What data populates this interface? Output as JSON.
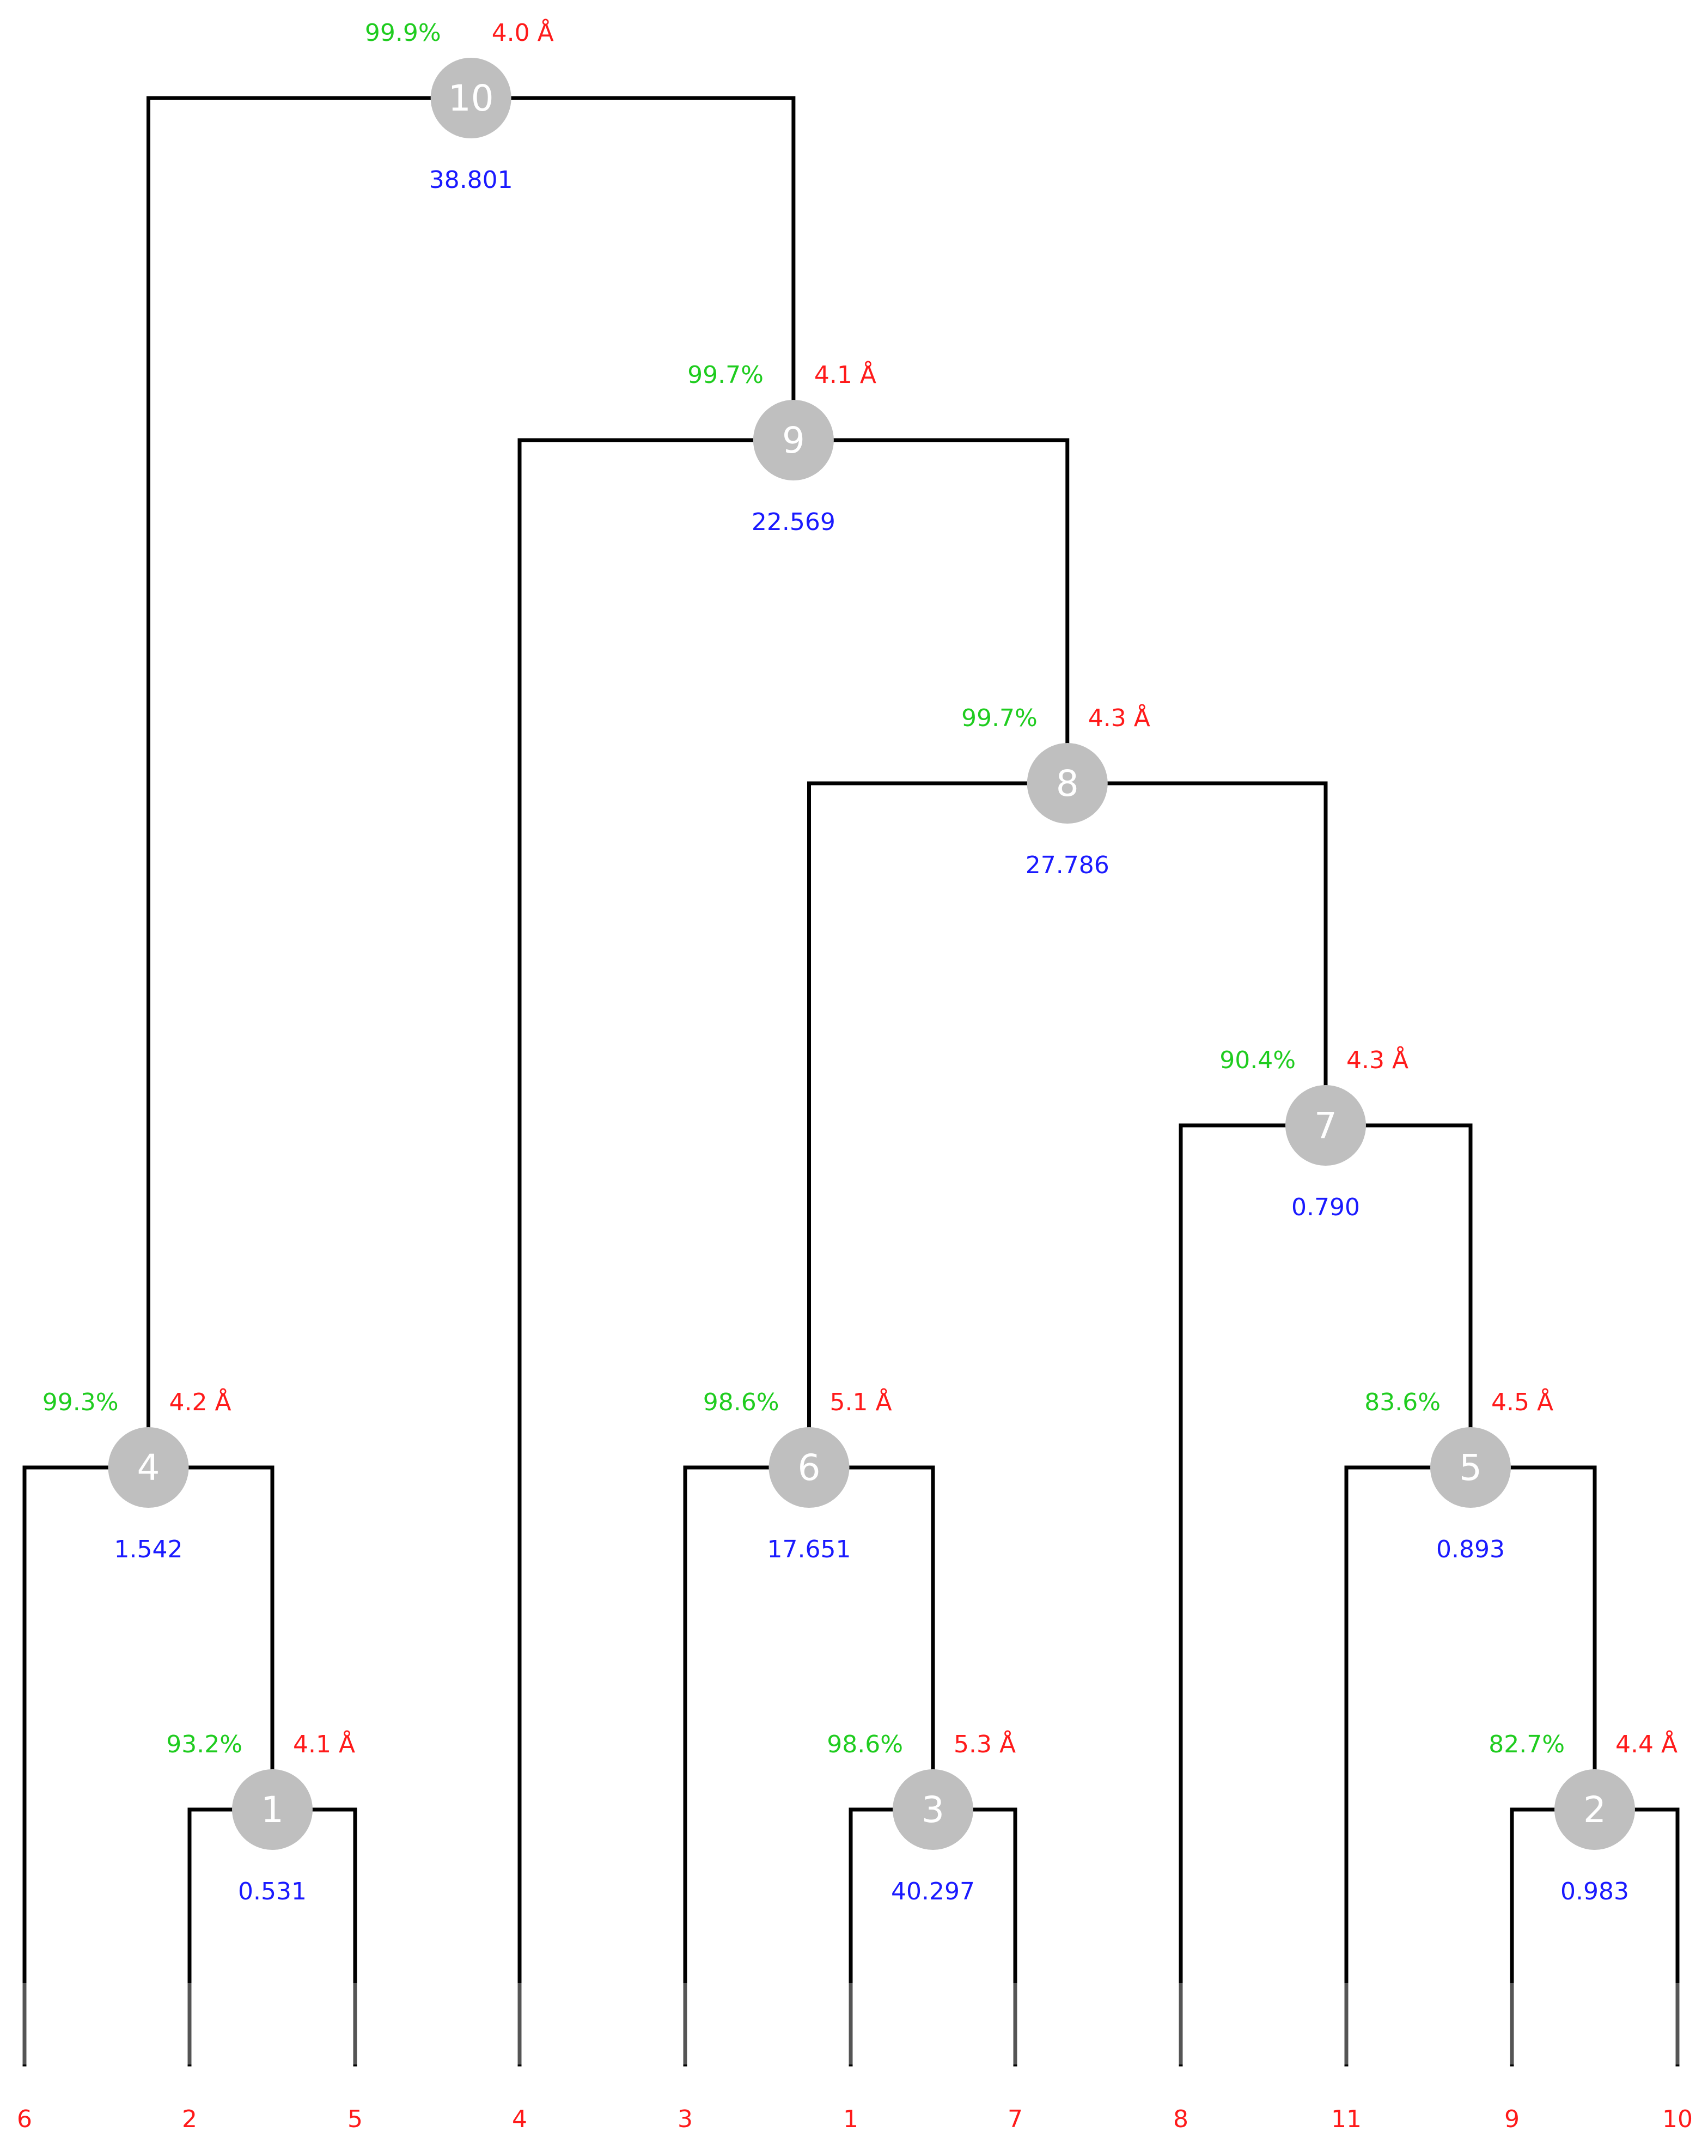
{
  "diagram": {
    "type": "dendrogram",
    "colors": {
      "branch": "#000000",
      "node": "#bfbfbf",
      "node_label": "#ffffff",
      "percent": "#1fcc1f",
      "distance": "#ff1a1a",
      "score": "#1a1aff",
      "leaf": "#ff1a1a"
    },
    "leaves": [
      "6",
      "2",
      "5",
      "4",
      "3",
      "1",
      "7",
      "8",
      "11",
      "9",
      "10"
    ],
    "nodes": [
      {
        "id": "10",
        "percent": "99.9%",
        "distance": "4.0 Å",
        "score": "38.801",
        "left": "n4",
        "right": "n9"
      },
      {
        "id": "9",
        "percent": "99.7%",
        "distance": "4.1 Å",
        "score": "22.569",
        "left": "leaf3",
        "right": "n8"
      },
      {
        "id": "8",
        "percent": "99.7%",
        "distance": "4.3 Å",
        "score": "27.786",
        "left": "n6",
        "right": "n7"
      },
      {
        "id": "7",
        "percent": "90.4%",
        "distance": "4.3 Å",
        "score": "0.790",
        "left": "leaf7",
        "right": "n5"
      },
      {
        "id": "4",
        "percent": "99.3%",
        "distance": "4.2 Å",
        "score": "1.542",
        "left": "leaf0",
        "right": "n1"
      },
      {
        "id": "6",
        "percent": "98.6%",
        "distance": "5.1 Å",
        "score": "17.651",
        "left": "leaf4",
        "right": "n3"
      },
      {
        "id": "5",
        "percent": "83.6%",
        "distance": "4.5 Å",
        "score": "0.893",
        "left": "leaf8",
        "right": "n2"
      },
      {
        "id": "1",
        "percent": "93.2%",
        "distance": "4.1 Å",
        "score": "0.531",
        "left": "leaf1",
        "right": "leaf2"
      },
      {
        "id": "3",
        "percent": "98.6%",
        "distance": "5.3 Å",
        "score": "40.297",
        "left": "leaf5",
        "right": "leaf6"
      },
      {
        "id": "2",
        "percent": "82.7%",
        "distance": "4.4 Å",
        "score": "0.983",
        "left": "leaf9",
        "right": "leaf10"
      }
    ]
  }
}
